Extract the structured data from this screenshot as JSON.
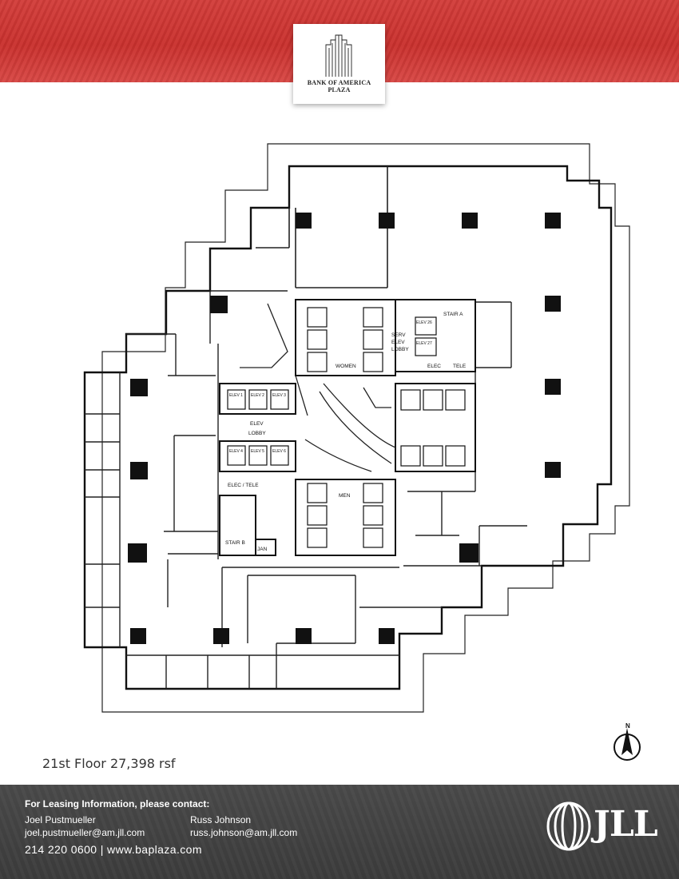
{
  "brand": {
    "logo_line1": "BANK OF AMERICA",
    "logo_line2": "PLAZA",
    "band_color": "#c9302d",
    "footer_color": "#434343"
  },
  "plan": {
    "labels": {
      "women": "WOMEN",
      "men": "MEN",
      "serv_1": "SERV",
      "serv_2": "ELEV",
      "serv_3": "LOBBY",
      "stair_a": "STAIR A",
      "stair_b": "STAIR B",
      "elev_lobby_1": "ELEV",
      "elev_lobby_2": "LOBBY",
      "elec_tele": "ELEC / TELE",
      "elec": "ELEC",
      "tele": "TELE",
      "jan": "JAN",
      "elev_1": "ELEV 1",
      "elev_2": "ELEV 2",
      "elev_3": "ELEV 3",
      "elev_4": "ELEV 4",
      "elev_5": "ELEV 5",
      "elev_6": "ELEV 6",
      "elev_26": "ELEV 26",
      "elev_27": "ELEV 27"
    }
  },
  "floor": {
    "caption": "21st Floor 27,398 rsf"
  },
  "compass": {
    "north_label": "N"
  },
  "contact": {
    "heading": "For Leasing Information, please contact:",
    "person1_name": "Joel Pustmueller",
    "person1_email": "joel.pustmueller@am.jll.com",
    "person2_name": "Russ Johnson",
    "person2_email": "russ.johnson@am.jll.com",
    "phone_web": "214 220 0600  |  www.baplaza.com"
  },
  "company": {
    "name": "JLL"
  }
}
